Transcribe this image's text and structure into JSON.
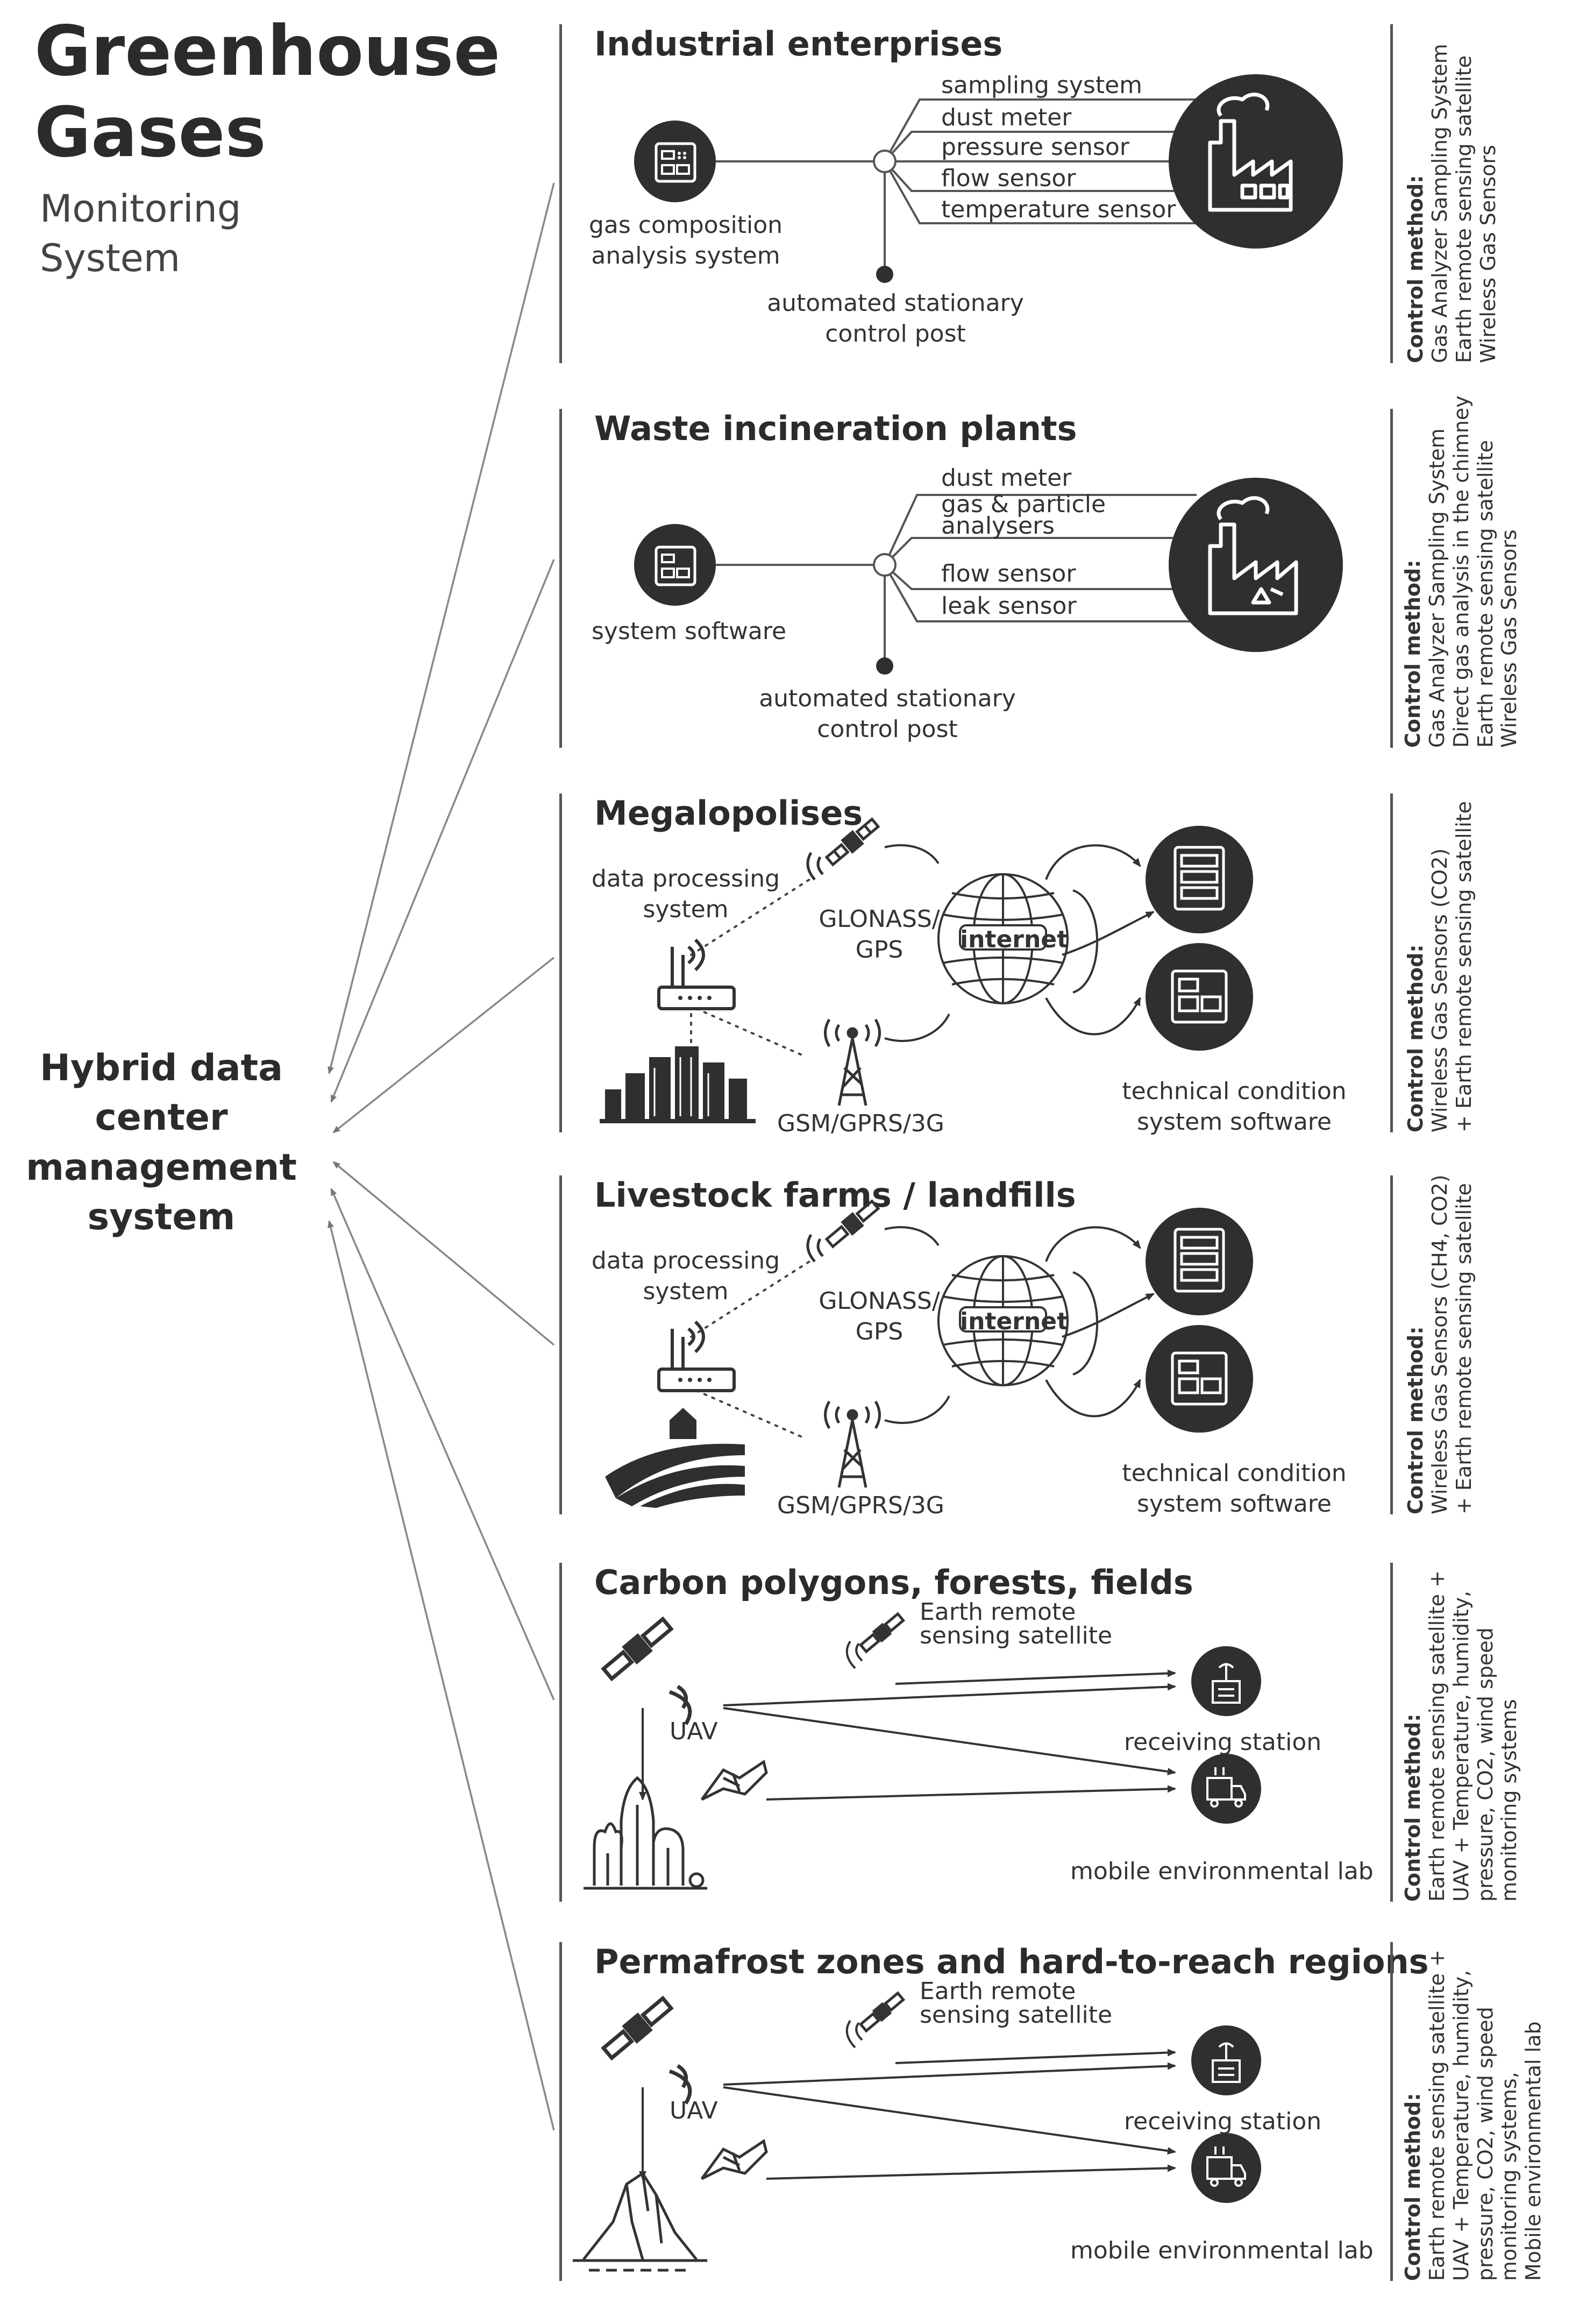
{
  "header": {
    "title_lines": [
      "Greenhouse",
      "Gases"
    ],
    "subtitle_lines": [
      "Monitoring",
      "System"
    ]
  },
  "hub": {
    "label_lines": [
      "Hybrid data",
      "center",
      "management",
      "system"
    ]
  },
  "colors": {
    "ink": "#2b2b2b",
    "icon_fill": "#2f2f2f",
    "line": "#777777",
    "background": "#ffffff"
  },
  "sections": [
    {
      "title": "Industrial enterprises",
      "analyzer_label": [
        "gas composition",
        "analysis system"
      ],
      "sensors": [
        "sampling system",
        "dust meter",
        "pressure sensor",
        "flow sensor",
        "temperature sensor"
      ],
      "post_label": [
        "automated stationary",
        "control post"
      ],
      "control_heading": "Control method:",
      "control_lines": [
        "Gas Analyzer Sampling System",
        "Earth remote sensing satellite",
        "Wireless Gas Sensors"
      ],
      "icon": "factory-icon"
    },
    {
      "title": "Waste incineration plants",
      "analyzer_label": [
        "system software"
      ],
      "sensors": [
        "dust meter",
        "gas & particle analysers",
        "flow sensor",
        "leak sensor"
      ],
      "post_label": [
        "automated stationary",
        "control post"
      ],
      "control_heading": "Control method:",
      "control_lines": [
        "Gas Analyzer Sampling System",
        "Direct gas analysis in the chimney",
        "Earth remote sensing satellite",
        "Wireless Gas Sensors"
      ],
      "icon": "recycling-plant-icon"
    },
    {
      "title": "Megalopolises",
      "processing_label": [
        "data processing",
        "system"
      ],
      "satellite_label": [
        "GLONASS/",
        "GPS"
      ],
      "tower_label": "GSM/GPRS/3G",
      "internet_label": "internet",
      "software_label": [
        "technical condition",
        "system software"
      ],
      "control_heading": "Control method:",
      "control_lines": [
        "Wireless Gas Sensors (CO2)",
        "+ Earth remote sensing satellite"
      ],
      "icon": "city-icon"
    },
    {
      "title": "Livestock farms / landfills",
      "processing_label": [
        "data processing",
        "system"
      ],
      "satellite_label": [
        "GLONASS/",
        "GPS"
      ],
      "tower_label": "GSM/GPRS/3G",
      "internet_label": "internet",
      "software_label": [
        "technical condition",
        "system software"
      ],
      "control_heading": "Control method:",
      "control_lines": [
        "Wireless Gas Sensors (CH4, CO2)",
        "+ Earth remote sensing satellite"
      ],
      "icon": "farm-icon"
    },
    {
      "title": "Carbon polygons, forests, fields",
      "satellite_label": [
        "Earth remote",
        "sensing satellite"
      ],
      "uav_label": "UAV",
      "station_label": "receiving station",
      "lab_label": "mobile environmental lab",
      "control_heading": "Control method:",
      "control_lines": [
        "Earth remote sensing satellite +",
        "UAV + Temperature, humidity,",
        "pressure, CO2, wind speed",
        "monitoring systems"
      ],
      "icon": "forest-icon"
    },
    {
      "title": "Permafrost zones and hard-to-reach regions",
      "satellite_label": [
        "Earth remote",
        "sensing satellite"
      ],
      "uav_label": "UAV",
      "station_label": "receiving station",
      "lab_label": "mobile environmental lab",
      "control_heading": "Control method:",
      "control_lines": [
        "Earth remote sensing satellite +",
        "UAV + Temperature, humidity,",
        "pressure, CO2, wind speed",
        "monitoring systems,",
        "Mobile environmental lab"
      ],
      "icon": "mountain-icon"
    }
  ]
}
